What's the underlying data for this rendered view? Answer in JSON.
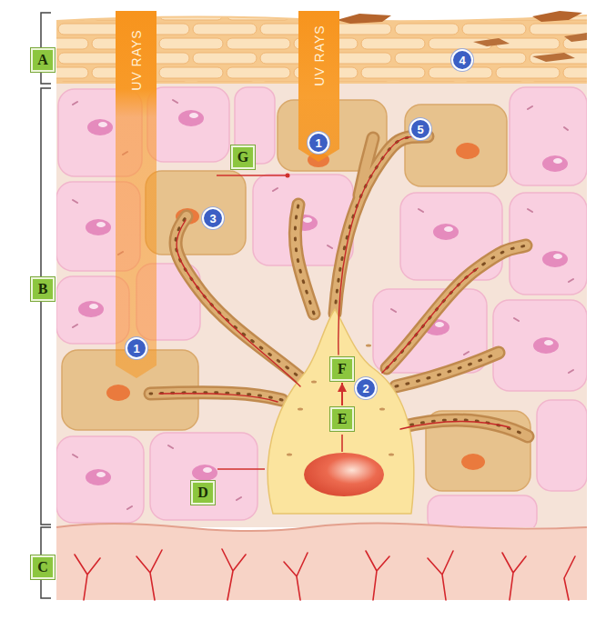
{
  "diagram": {
    "nodes": [
      {
        "text": [
          "A"
        ]
      },
      {
        "text": [
          "UV RAYS"
        ]
      },
      {
        "text": [
          "UV RAYS"
        ]
      },
      {
        "text": [
          "4"
        ]
      },
      {
        "text": [
          "5"
        ]
      },
      {
        "text": [
          "1"
        ]
      },
      {
        "text": [
          "G"
        ]
      },
      {
        "text": [
          "3"
        ]
      },
      {
        "text": [
          "B"
        ]
      },
      {
        "text": [
          "1"
        ]
      },
      {
        "text": [
          "F"
        ]
      },
      {
        "text": [
          "2"
        ]
      },
      {
        "text": [
          "E"
        ]
      },
      {
        "text": [
          "D"
        ]
      },
      {
        "text": [
          "C"
        ]
      }
    ],
    "edges": [
      {
        "from": 12,
        "to": 10,
        "arrow": "to"
      }
    ]
  }
}
